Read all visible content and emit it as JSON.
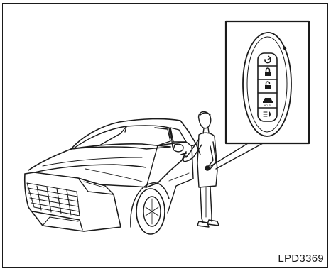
{
  "figure": {
    "code": "LPD3369"
  },
  "key_fob": {
    "buttons": [
      "remote-start",
      "lock",
      "unlock",
      "trunk",
      "headlights"
    ],
    "trunk_caption": "HOLD"
  },
  "colors": {
    "line": "#1a1a1a",
    "background": "#ffffff",
    "fob_body": "#ffffff"
  }
}
